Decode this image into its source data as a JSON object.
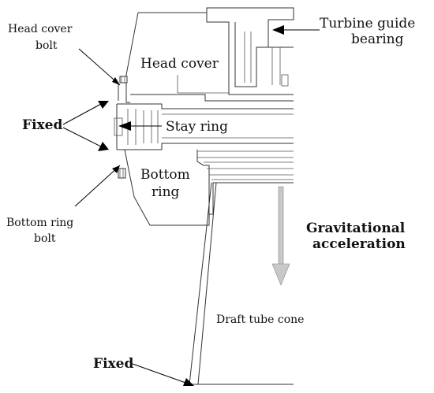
{
  "labels": {
    "head_cover_bolt_1": "Head cover",
    "head_cover_bolt_2": "bolt",
    "head_cover": "Head cover",
    "turbine_bearing_1": "Turbine guide",
    "turbine_bearing_2": "bearing",
    "fixed_left": "Fixed",
    "stay_ring": "Stay ring",
    "bottom_ring_1": "Bottom",
    "bottom_ring_2": "ring",
    "bottom_ring_bolt_1": "Bottom ring",
    "bottom_ring_bolt_2": "bolt",
    "gravity_1": "Gravitational",
    "gravity_2": "acceleration",
    "draft_tube": "Draft tube cone",
    "fixed_bottom": "Fixed"
  },
  "colors": {
    "line": "#333333",
    "gravity_arrow": "#bfbfbf",
    "text": "#111111"
  }
}
